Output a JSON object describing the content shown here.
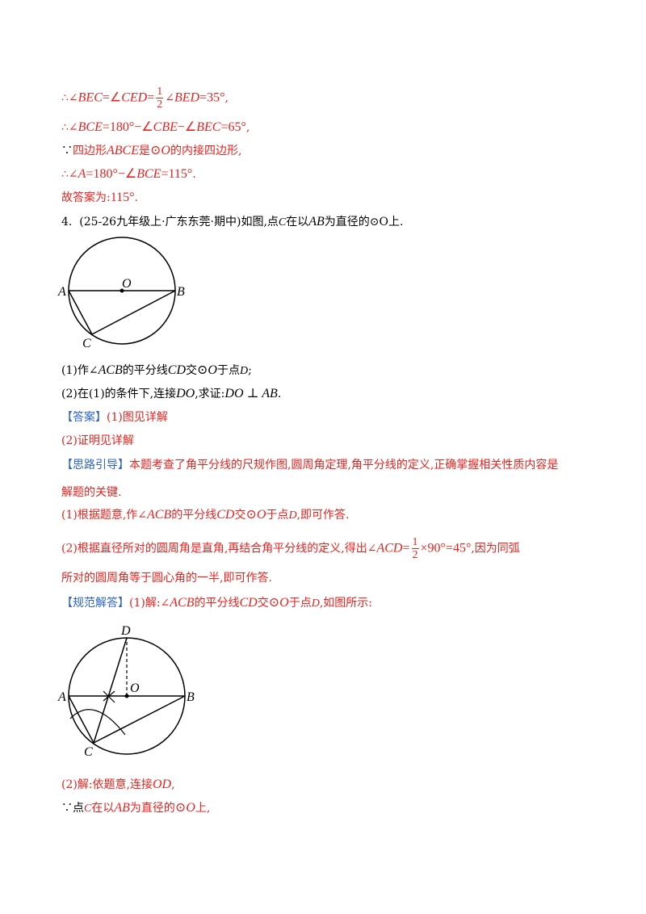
{
  "lines": {
    "l1": {
      "a": "∴∠",
      "b": "BEC",
      "c": "=∠",
      "d": "CED",
      "e": "=",
      "num": "1",
      "den": "2",
      "f": "∠",
      "g": "BED",
      "h": "=35°",
      "i": ","
    },
    "l2": {
      "a": "∴∠",
      "b": "BCE",
      "c": "=180°−∠",
      "d": "CBE",
      "e": "−∠",
      "f": "BEC",
      "g": "=65°",
      "h": ","
    },
    "l3": {
      "a": "∵",
      "b": "四边形",
      "c": "ABCE",
      "d": "是",
      "e": "⊙O",
      "f": "的内接四边形,"
    },
    "l4": {
      "a": "∴∠",
      "b": "A",
      "c": "=180°−∠",
      "d": "BCE",
      "e": "=115°",
      "f": "."
    },
    "l5": {
      "a": "故答案为:",
      "b": "115°",
      "c": "."
    },
    "q4": {
      "num": "4.",
      "meta": "(25-26九年级上·广东东莞·期中)如图,点",
      "c": "C",
      "mid": "在以",
      "ab": "AB",
      "end": "为直径的⊙O上."
    },
    "p1": {
      "a": "(1)作∠",
      "b": "ACB",
      "c": "的平分线",
      "d": "CD",
      "e": "交",
      "f": "⊙O",
      "g": "于点",
      "h": "D",
      "i": ";"
    },
    "p2": {
      "a": "(2)在(1)的条件下,连接",
      "b": "DO",
      "c": ",求证:",
      "d": "DO ⊥ AB",
      "e": "."
    },
    "ans1": {
      "tag": "【答案】",
      "text": "(1)图见详解"
    },
    "ans2": {
      "text": "(2)证明见详解"
    },
    "idea1": {
      "tag": "【思路引导】",
      "text": "本题考查了角平分线的尺规作图,圆周角定理,角平分线的定义,正确掌握相关性质内容是"
    },
    "idea2": {
      "text": "解题的关键."
    },
    "idea3": {
      "a": "(1)根据题意,作∠",
      "b": "ACB",
      "c": "的平分线",
      "d": "CD",
      "e": "交",
      "f": "⊙O",
      "g": "于点",
      "h": "D",
      "i": ",即可作答."
    },
    "idea4": {
      "a": "(2)根据直径所对的圆周角是直角,再结合角平分线的定义,得出∠",
      "b": "ACD",
      "c": "=",
      "num": "1",
      "den": "2",
      "d": "×90°=45°",
      "e": ",因为同弧"
    },
    "idea5": {
      "text": "所对的圆周角等于圆心角的一半,即可作答."
    },
    "sol1": {
      "tag": "【规范解答】",
      "a": "(1)解:∠",
      "b": "ACB",
      "c": "的平分线",
      "d": "CD",
      "e": "交",
      "f": "⊙O",
      "g": "于点",
      "h": "D",
      "i": ",如图所示:"
    },
    "sol2": {
      "a": "(2)解:依题意,连接",
      "b": "OD",
      "c": ","
    },
    "sol3": {
      "a": "∵点",
      "b": "C",
      "c": "在以",
      "d": "AB",
      "e": "为直径的",
      "f": "⊙O",
      "g": "上,"
    }
  },
  "figures": {
    "fig1": {
      "A": "A",
      "B": "B",
      "O": "O",
      "C": "C"
    },
    "fig2": {
      "A": "A",
      "B": "B",
      "O": "O",
      "C": "C",
      "D": "D"
    }
  }
}
